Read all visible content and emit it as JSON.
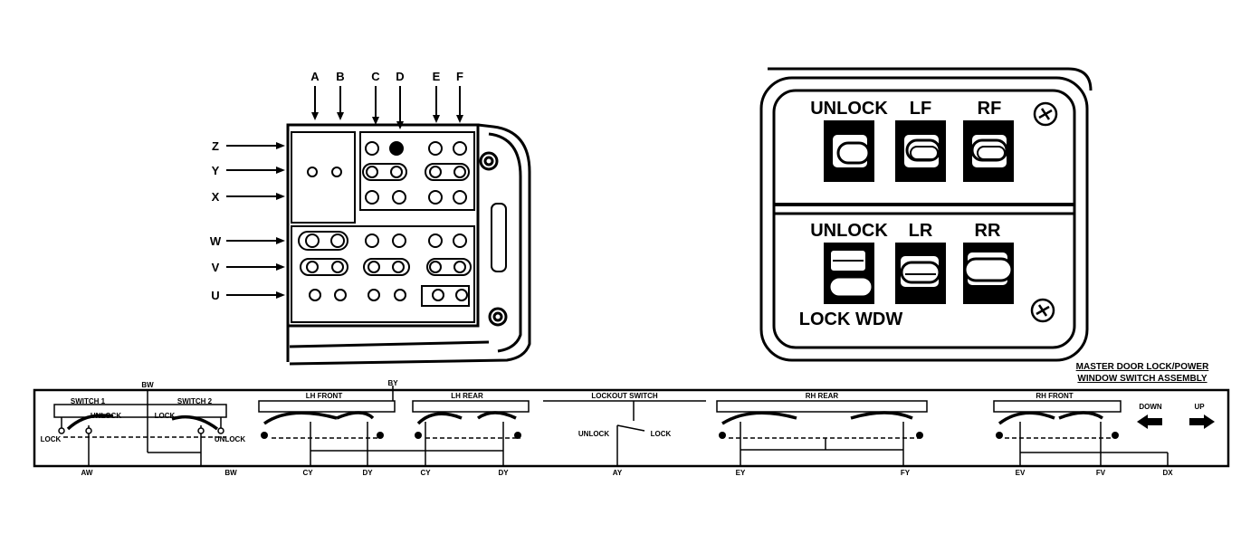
{
  "connector": {
    "column_labels": [
      "A",
      "B",
      "C",
      "D",
      "E",
      "F"
    ],
    "row_labels": [
      "Z",
      "Y",
      "X",
      "W",
      "V",
      "U"
    ]
  },
  "switch_panel": {
    "top_row": [
      "UNLOCK",
      "LF",
      "RF"
    ],
    "bottom_row": [
      "UNLOCK",
      "LR",
      "RR"
    ],
    "lock_window_label": "LOCK WDW"
  },
  "schematic": {
    "caption_line1": "MASTER DOOR LOCK/POWER",
    "caption_line2": "WINDOW SWITCH ASSEMBLY",
    "section_labels": [
      "SWITCH 1",
      "SWITCH 2",
      "LH FRONT",
      "LH REAR",
      "LOCKOUT SWITCH",
      "RH REAR",
      "RH FRONT"
    ],
    "lock_labels": [
      "UNLOCK",
      "LOCK"
    ],
    "end_labels": [
      "LOCK",
      "UNLOCK"
    ],
    "top_terminals": [
      "BW",
      "BY"
    ],
    "bottom_terminals": [
      "AW",
      "BW",
      "CY",
      "DY",
      "CY",
      "DY",
      "AY",
      "EY",
      "FY",
      "EV",
      "FV",
      "DX"
    ],
    "lockout_labels": [
      "UNLOCK",
      "LOCK"
    ],
    "direction_labels": [
      "DOWN",
      "UP"
    ]
  }
}
